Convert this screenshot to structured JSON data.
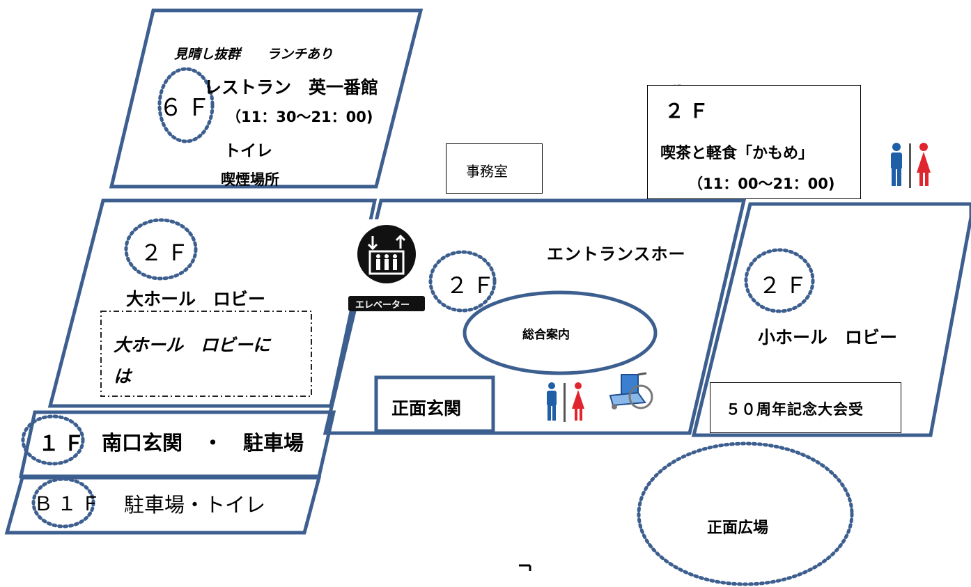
{
  "colors": {
    "line": "#3d5f8f",
    "dot": "#3d5f8f",
    "male": "#1f5fa8",
    "female": "#e0252e"
  },
  "restaurant": {
    "tagline": "見晴し抜群　　ランチあり",
    "floor": "６Ｆ",
    "name": "レストラン　英一番館",
    "hours": "（11：30〜21：00)",
    "toilet": "トイレ",
    "smoking": "喫煙場所"
  },
  "office": {
    "label": "事務室"
  },
  "cafe": {
    "floor": "２Ｆ",
    "name": "喫茶と軽食「かもめ」",
    "hours": "（11：00〜21：00)"
  },
  "large_hall": {
    "floor": "２Ｆ",
    "title": "大ホール　ロビー",
    "note_line1": "大ホール　ロビーに",
    "note_line2": "は"
  },
  "elevator": {
    "label": "エレベーター",
    "icon": "elevator-icon"
  },
  "entrance_hall": {
    "floor": "２Ｆ",
    "title": "エントランスホー",
    "info": "総合案内",
    "front_entrance": "正面玄関"
  },
  "small_hall": {
    "floor": "２Ｆ",
    "title": "小ホール　ロビー",
    "reception": "５０周年記念大会受"
  },
  "south": {
    "floor": "１Ｆ",
    "label": "南口玄関　・　駐車場"
  },
  "basement": {
    "floor": "Ｂ１Ｆ",
    "label": "駐車場・トイレ"
  },
  "plaza": {
    "label": "正面広場"
  },
  "footer_mark": "ー"
}
